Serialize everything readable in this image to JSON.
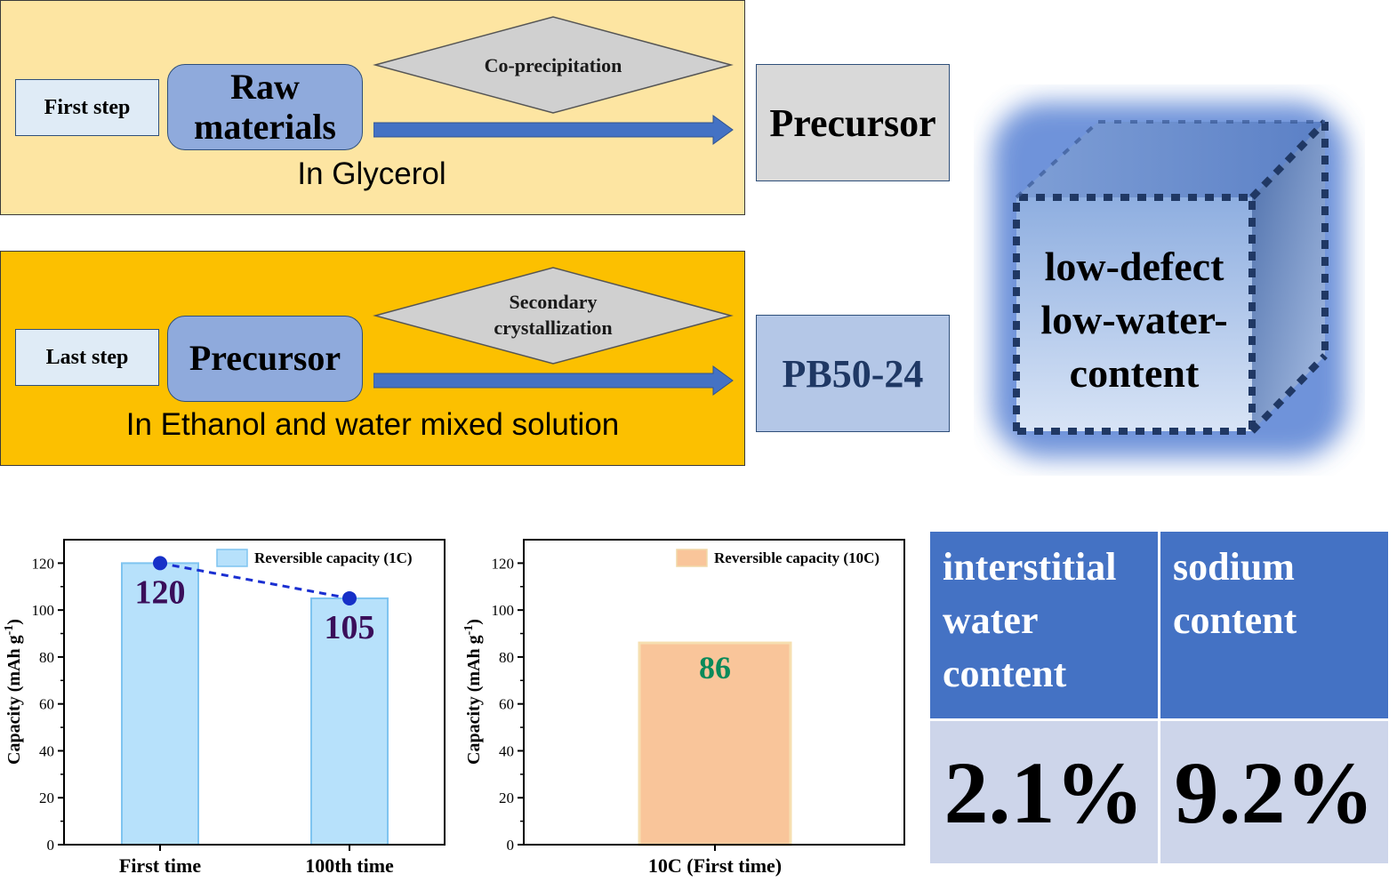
{
  "process": {
    "first": {
      "step_label": "First step",
      "input_label": "Raw materials",
      "input_line1": "Raw",
      "input_line2": "materials",
      "method_label": "Co-precipitation",
      "solvent_label": "In Glycerol",
      "output_label": "Precursor"
    },
    "last": {
      "step_label": "Last step",
      "input_label": "Precursor",
      "method_line1": "Secondary",
      "method_line2": "crystallization",
      "solvent_label": "In Ethanol and water mixed solution",
      "output_label": "PB50-24"
    }
  },
  "cube": {
    "line1": "low-defect",
    "line2": "low-water-",
    "line3": "content"
  },
  "table": {
    "headers": [
      {
        "line1": "interstitial",
        "line2": "water",
        "line3": "content"
      },
      {
        "line1": "sodium",
        "line2": "content",
        "line3": ""
      }
    ],
    "values": [
      "2.1%",
      "9.2%"
    ]
  },
  "colors": {
    "panel1_bg": "#fde5a2",
    "panel2_bg": "#fcc000",
    "box_blue": "#8faadc",
    "arrow_blue": "#4472c4",
    "table_header": "#4472c4",
    "table_value_bg": "#cdd5ea",
    "bar_blue": "#b7e1fb",
    "bar_orange": "#f9c59a",
    "value_label_purple": "#3a0e5a",
    "value_label_green": "#0a8a5a"
  },
  "chart_data": [
    {
      "type": "bar",
      "categories": [
        "First time",
        "100th time"
      ],
      "values": [
        120,
        105
      ],
      "series": [
        {
          "name": "Reversible capacity (1C)",
          "values": [
            120,
            105
          ]
        }
      ],
      "line_overlay": {
        "values": [
          120,
          105
        ],
        "style": "dashed"
      },
      "data_labels": [
        "120",
        "105"
      ],
      "ylabel": "Capacity (mAh g-1)",
      "ylabel_main": "Capacity (mAh g",
      "ylabel_sup": "-1",
      "ylabel_close": ")",
      "ylim": [
        0,
        130
      ],
      "yticks": [
        0,
        20,
        40,
        60,
        80,
        100,
        120
      ],
      "grid": false,
      "legend_position": "top-right"
    },
    {
      "type": "bar",
      "categories": [
        "10C (First time)"
      ],
      "values": [
        86
      ],
      "series": [
        {
          "name": "Reversible capacity (10C)",
          "values": [
            86
          ]
        }
      ],
      "data_labels": [
        "86"
      ],
      "ylabel": "Capacity (mAh g-1)",
      "ylabel_main": "Capacity (mAh g",
      "ylabel_sup": "-1",
      "ylabel_close": ")",
      "ylim": [
        0,
        130
      ],
      "yticks": [
        0,
        20,
        40,
        60,
        80,
        100,
        120
      ],
      "grid": false,
      "legend_position": "top-right"
    }
  ]
}
